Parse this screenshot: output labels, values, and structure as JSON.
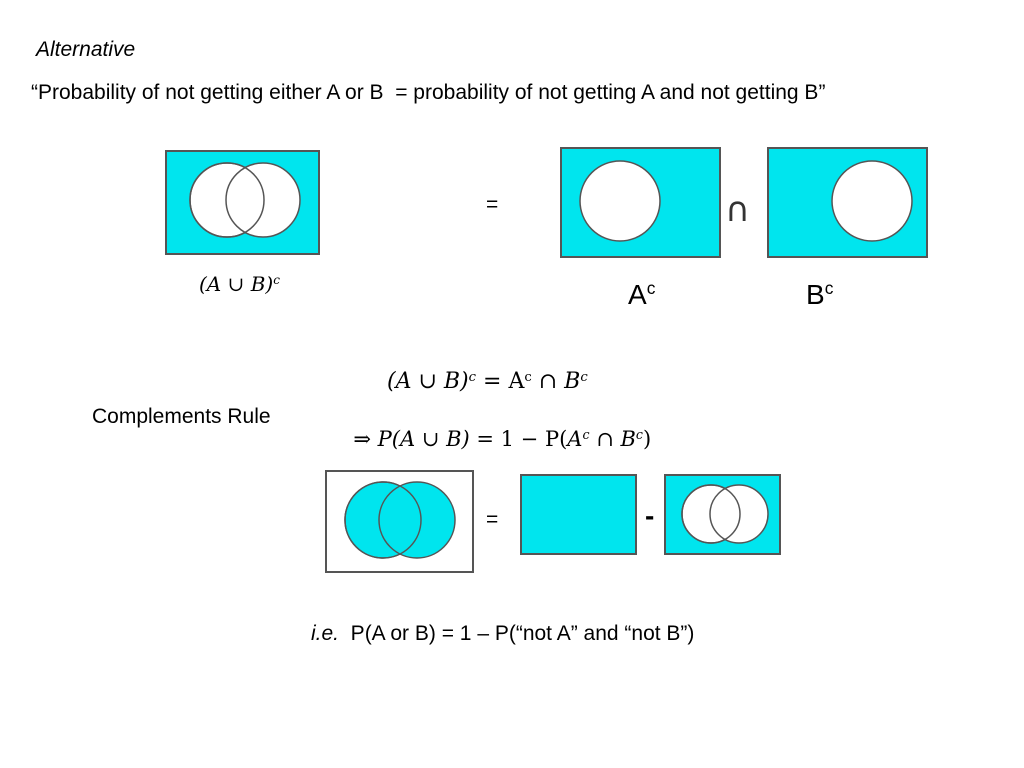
{
  "heading": "Alternative",
  "quote": "“Probability of not getting either A or B  = probability of not getting A and not getting B”",
  "top_row": {
    "union_complement_label": "(A ∪ B)",
    "union_complement_sup": "c",
    "equals": "=",
    "intersect_symbol": "∩",
    "a_complement_label": "A",
    "a_complement_sup": "c",
    "b_complement_label": "B",
    "b_complement_sup": "c"
  },
  "identity": {
    "lhs": "(A ∪ B)",
    "lhs_sup": "c",
    "eq": " = ",
    "a": "A",
    "a_sup": "c",
    "cap": " ∩ ",
    "b": "B",
    "b_sup": "c"
  },
  "complements_rule": {
    "label": "Complements Rule",
    "implies": "⇒ ",
    "p_open": "P(A ∪ B)",
    "eq_one_minus": " = 1 − P(",
    "a": "A",
    "a_sup": "c",
    "cap": " ∩ ",
    "b": "B",
    "b_sup": "c",
    "close": ")"
  },
  "bottom_row": {
    "equals": "=",
    "minus": "-"
  },
  "ie": {
    "prefix": "i.e.",
    "text": "  P(A or B) = 1 – P(“not A” and “not B”)"
  },
  "colors": {
    "fill": "#00e5ee",
    "stroke": "#555555",
    "frame": "#444444"
  }
}
